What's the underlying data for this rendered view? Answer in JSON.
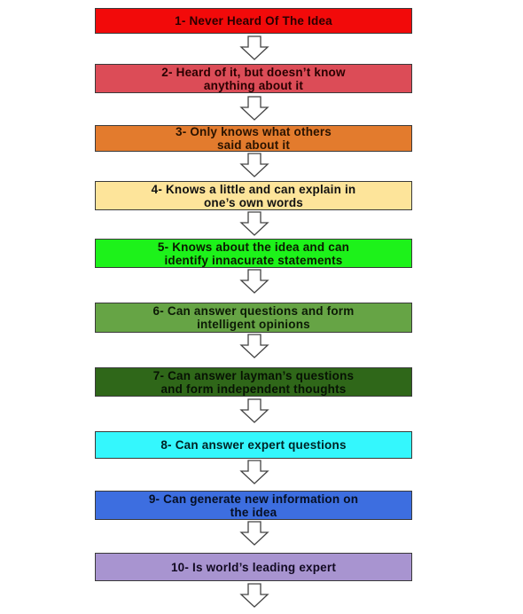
{
  "steps": [
    {
      "label": "1- Never Heard Of The Idea",
      "bg": "#f20a0a",
      "color": "#2a0000"
    },
    {
      "label": "2- Heard of it, but doesn’t know\nanything about it",
      "bg": "#dc4c57",
      "color": "#2a0000"
    },
    {
      "label": "3- Only knows what others\nsaid about it",
      "bg": "#e37b2d",
      "color": "#2a1300"
    },
    {
      "label": "4- Knows a little and can explain in\none’s own words",
      "bg": "#fde49a",
      "color": "#111111"
    },
    {
      "label": "5- Knows about the idea and can\nidentify innacurate statements",
      "bg": "#1df21a",
      "color": "#0a1a00"
    },
    {
      "label": "6- Can answer questions and form\nintelligent opinions",
      "bg": "#66a445",
      "color": "#0c1a06"
    },
    {
      "label": "7- Can answer layman’s questions\nand form independent thoughts",
      "bg": "#2f6719",
      "color": "#071204"
    },
    {
      "label": "8- Can answer expert questions",
      "bg": "#34f7fd",
      "color": "#002224"
    },
    {
      "label": "9- Can generate new information on\nthe idea",
      "bg": "#3d6ee0",
      "color": "#060f24"
    },
    {
      "label": "10- Is world’s leading expert",
      "bg": "#a894d0",
      "color": "#120a22"
    }
  ],
  "arrow_color": "#ffffff",
  "arrow_stroke": "#444444"
}
